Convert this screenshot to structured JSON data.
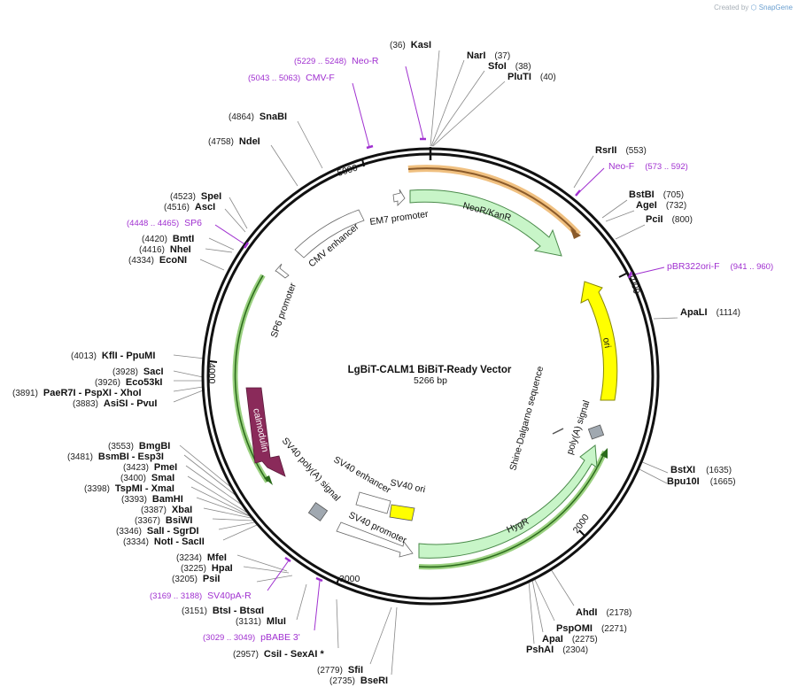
{
  "credit": {
    "prefix": "Created by",
    "brand": "SnapGene"
  },
  "plasmid": {
    "name": "LgBiT-CALM1 BiBiT-Ready Vector",
    "length": "5266 bp",
    "total_bp": 5266
  },
  "ticks": [
    "1000",
    "2000",
    "3000",
    "4000",
    "5000"
  ],
  "colors": {
    "backbone": "#111111",
    "primer": "#a030d0",
    "neor": "#c8f5c8",
    "ori": "#ffff00",
    "calmodulin": "#8a2a5a",
    "hygr": "#c8f5c8",
    "orange_glow": "#f0b060"
  },
  "features": {
    "neor": "NeoR/KanR",
    "em7": "EM7 promoter",
    "cmv": "CMV enhancer",
    "sp6p": "SP6 promoter",
    "ori": "ori",
    "polya": "poly(A) signal",
    "sd": "Shine-Dalgarno sequence",
    "hygr": "HygR",
    "sv40ori": "SV40 ori",
    "sv40enh": "SV40 enhancer",
    "sv40prom": "SV40 promoter",
    "sv40pa": "SV40 poly(A) signal",
    "calmodulin": "calmodulin"
  },
  "enzymes": [
    {
      "name": "KasI",
      "pos": "(36)"
    },
    {
      "name": "NarI",
      "pos": "(37)"
    },
    {
      "name": "SfoI",
      "pos": "(38)"
    },
    {
      "name": "PluTI",
      "pos": "(40)"
    },
    {
      "name": "RsrII",
      "pos": "(553)"
    },
    {
      "name": "BstBI",
      "pos": "(705)"
    },
    {
      "name": "AgeI",
      "pos": "(732)"
    },
    {
      "name": "PciI",
      "pos": "(800)"
    },
    {
      "name": "ApaLI",
      "pos": "(1114)"
    },
    {
      "name": "BstXI",
      "pos": "(1635)"
    },
    {
      "name": "Bpu10I",
      "pos": "(1665)"
    },
    {
      "name": "AhdI",
      "pos": "(2178)"
    },
    {
      "name": "PspOMI",
      "pos": "(2271)"
    },
    {
      "name": "ApaI",
      "pos": "(2275)"
    },
    {
      "name": "PshAI",
      "pos": "(2304)"
    },
    {
      "name": "SfiI",
      "pos": "(2779)"
    },
    {
      "name": "BseRI",
      "pos": "(2735)"
    },
    {
      "name": "CsiI  - SexAI  *",
      "pos": "(2957)"
    },
    {
      "name": "MluI",
      "pos": "(3131)"
    },
    {
      "name": "BtsI  - BtsαI",
      "pos": "(3151)"
    },
    {
      "name": "PsiI",
      "pos": "(3205)"
    },
    {
      "name": "HpaI",
      "pos": "(3225)"
    },
    {
      "name": "MfeI",
      "pos": "(3234)"
    },
    {
      "name": "NotI  - SacII",
      "pos": "(3334)"
    },
    {
      "name": "SalI  - SgrDI",
      "pos": "(3346)"
    },
    {
      "name": "BsiWI",
      "pos": "(3367)"
    },
    {
      "name": "XbaI",
      "pos": "(3387)"
    },
    {
      "name": "BamHI",
      "pos": "(3393)"
    },
    {
      "name": "TspMI  - XmaI",
      "pos": "(3398)"
    },
    {
      "name": "SmaI",
      "pos": "(3400)"
    },
    {
      "name": "PmeI",
      "pos": "(3423)"
    },
    {
      "name": "BsmBI  - Esp3I",
      "pos": "(3481)"
    },
    {
      "name": "BmgBI",
      "pos": "(3553)"
    },
    {
      "name": "AsiSI  - PvuI",
      "pos": "(3883)"
    },
    {
      "name": "PaeR7I  - PspXI  - XhoI",
      "pos": "(3891)"
    },
    {
      "name": "Eco53kI",
      "pos": "(3926)"
    },
    {
      "name": "SacI",
      "pos": "(3928)"
    },
    {
      "name": "KflI  - PpuMI",
      "pos": "(4013)"
    },
    {
      "name": "EcoNI",
      "pos": "(4334)"
    },
    {
      "name": "NheI",
      "pos": "(4416)"
    },
    {
      "name": "BmtI",
      "pos": "(4420)"
    },
    {
      "name": "AscI",
      "pos": "(4516)"
    },
    {
      "name": "SpeI",
      "pos": "(4523)"
    },
    {
      "name": "NdeI",
      "pos": "(4758)"
    },
    {
      "name": "SnaBI",
      "pos": "(4864)"
    }
  ],
  "primers": [
    {
      "name": "Neo-R",
      "pos": "(5229 .. 5248)"
    },
    {
      "name": "CMV-F",
      "pos": "(5043 .. 5063)"
    },
    {
      "name": "Neo-F",
      "pos": "(573 .. 592)"
    },
    {
      "name": "pBR322ori-F",
      "pos": "(941 .. 960)"
    },
    {
      "name": "SP6",
      "pos": "(4448 .. 4465)"
    },
    {
      "name": "SV40pA-R",
      "pos": "(3169 .. 3188)"
    },
    {
      "name": "pBABE 3'",
      "pos": "(3029 .. 3049)"
    }
  ]
}
